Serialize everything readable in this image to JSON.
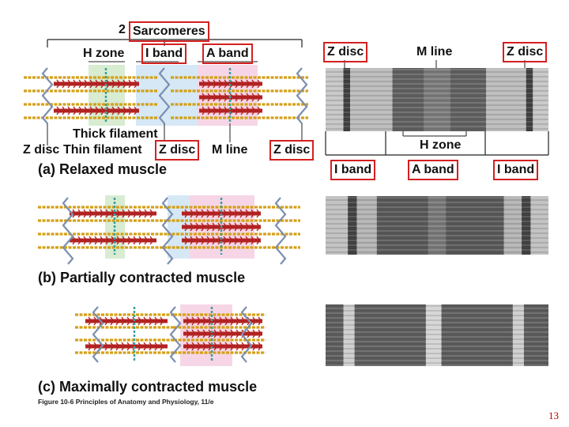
{
  "labels": {
    "sarcomeres_prefix": "2",
    "sarcomeres": "Sarcomeres",
    "h_zone_left": "H zone",
    "i_band_left": "I band",
    "a_band_left": "A band",
    "thick_filament": "Thick filament",
    "z_disc_left": "Z disc",
    "thin_filament": "Thin filament",
    "z_disc_mid": "Z disc",
    "m_line_left": "M line",
    "z_disc_right": "Z disc",
    "em_z_disc_1": "Z disc",
    "em_m_line": "M line",
    "em_z_disc_2": "Z disc",
    "em_h_zone": "H zone",
    "em_i_band_1": "I band",
    "em_a_band": "A band",
    "em_i_band_2": "I band"
  },
  "captions": {
    "a": "(a) Relaxed muscle",
    "b": "(b) Partially contracted muscle",
    "c": "(c) Maximally contracted muscle"
  },
  "figure_credit": "Figure 10-6  Principles of Anatomy and Physiology, 11/e",
  "page_number": "13",
  "colors": {
    "highlight_box": "#d42020",
    "thick_filament": "#b22222",
    "thin_filament": "#d4a017",
    "z_disc": "#7c8fb0",
    "m_line": "#3aa0a0",
    "h_zone_band": "#d8ecd2",
    "i_band": "#d6e8f6",
    "a_band": "#f6d6e6",
    "page_number": "#c00000"
  }
}
